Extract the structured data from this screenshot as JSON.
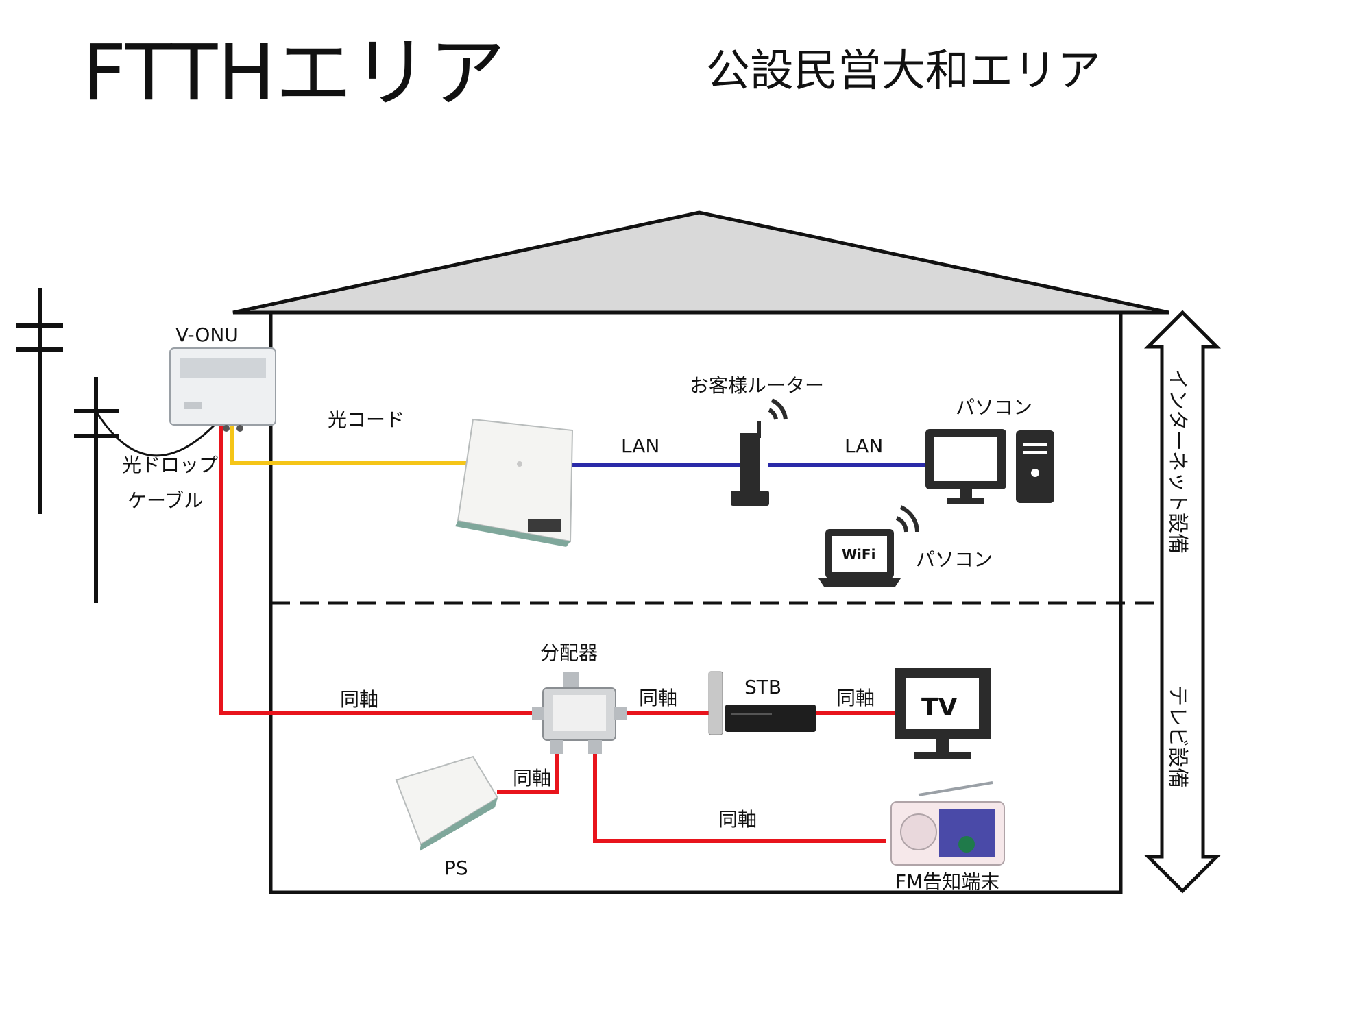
{
  "title": "FTTHエリア",
  "subtitle": "公設民営大和エリア",
  "devices": {
    "vonu": "V-ONU",
    "router": "お客様ルーター",
    "pc_desktop": "パソコン",
    "pc_laptop": "パソコン",
    "wifi_badge": "WiFi",
    "splitter": "分配器",
    "stb": "STB",
    "tv_badge": "TV",
    "ps": "PS",
    "fm": "FM告知端末"
  },
  "cables": {
    "optical_cord": "光コード",
    "drop_cable_line1": "光ドロップ",
    "drop_cable_line2": "ケーブル",
    "lan1": "LAN",
    "lan2": "LAN",
    "coax_main": "同軸",
    "coax_stb": "同軸",
    "coax_tv": "同軸",
    "coax_ps": "同軸",
    "coax_fm": "同軸"
  },
  "zones": {
    "internet": "インターネット設備",
    "tv": "テレビ設備"
  },
  "colors": {
    "optical": "#f5c518",
    "lan": "#2a2aa8",
    "coax": "#e8141c",
    "roof": "#d9d9d9"
  }
}
